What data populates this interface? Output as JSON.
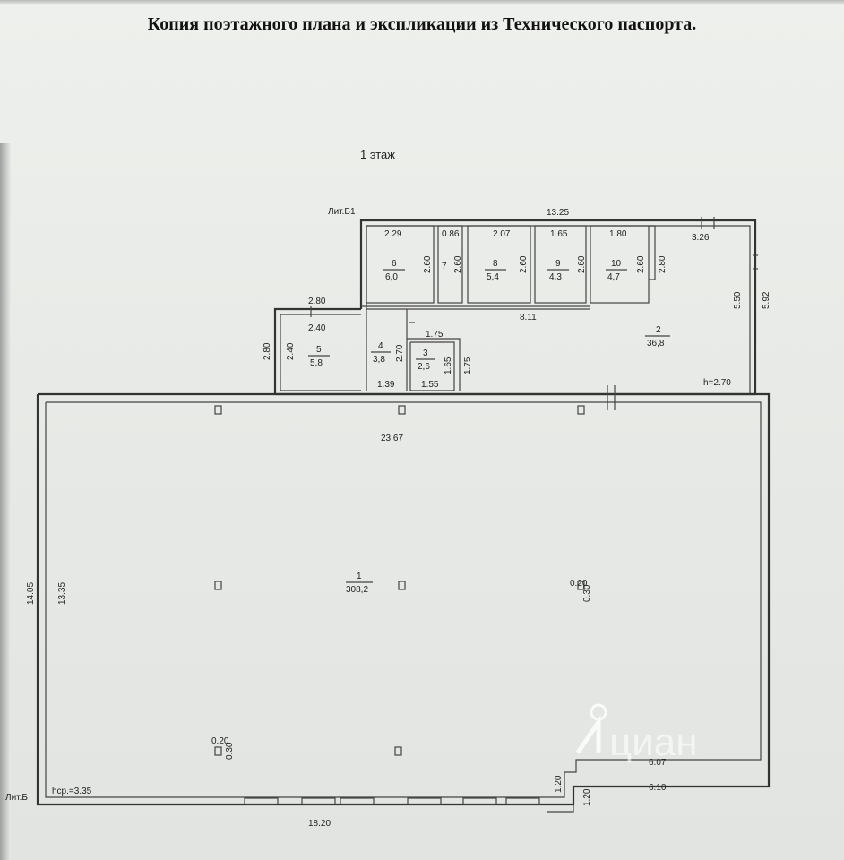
{
  "title": "Копия поэтажного плана и экспликации из Технического паспорта.",
  "floor_label": "1 этаж",
  "lit_b1": "Лит.Б1",
  "lit_b": "Лит.Б",
  "dims": {
    "top_width": "13.25",
    "right_offset": "3.26",
    "right_h1": "5.50",
    "right_h2": "5.92",
    "ceiling_b1": "h=2.70",
    "corridor_len": "8.11",
    "room5_top": "2.80",
    "room5_inner_top": "2.40",
    "room5_left_outer": "2.80",
    "room5_left_inner": "2.40",
    "room4_h": "2.70",
    "room4_w": "1.39",
    "room3_top": "1.75",
    "room3_h": "1.65",
    "room3_outer_h": "1.75",
    "room3_w": "1.55",
    "hall_width": "23.67",
    "hall_left_outer": "14.05",
    "hall_left_inner": "13.35",
    "ceiling_b": "hср.=3.35",
    "bottom_width": "18.20",
    "notch_h1": "1.20",
    "notch_h2": "1.20",
    "notch_w1": "6.07",
    "notch_w2": "6.10",
    "column_w": "0.20",
    "column_d": "0.30"
  },
  "rooms": [
    {
      "num": "1",
      "area": "308,2"
    },
    {
      "num": "2",
      "area": "36,8"
    },
    {
      "num": "3",
      "area": "2,6"
    },
    {
      "num": "4",
      "area": "3,8"
    },
    {
      "num": "5",
      "area": "5,8"
    },
    {
      "num": "6",
      "area": "6,0",
      "w": "2.29",
      "h": "2.60"
    },
    {
      "num": "7",
      "w": "0.86",
      "h": "2.60"
    },
    {
      "num": "8",
      "area": "5,4",
      "w": "2.07",
      "h": "2.60"
    },
    {
      "num": "9",
      "area": "4,3",
      "w": "1.65",
      "h": "2.60"
    },
    {
      "num": "10",
      "area": "4,7",
      "w": "1.80",
      "h": "2.60"
    }
  ],
  "room2_extra_h": "2.80",
  "watermark": "циан"
}
